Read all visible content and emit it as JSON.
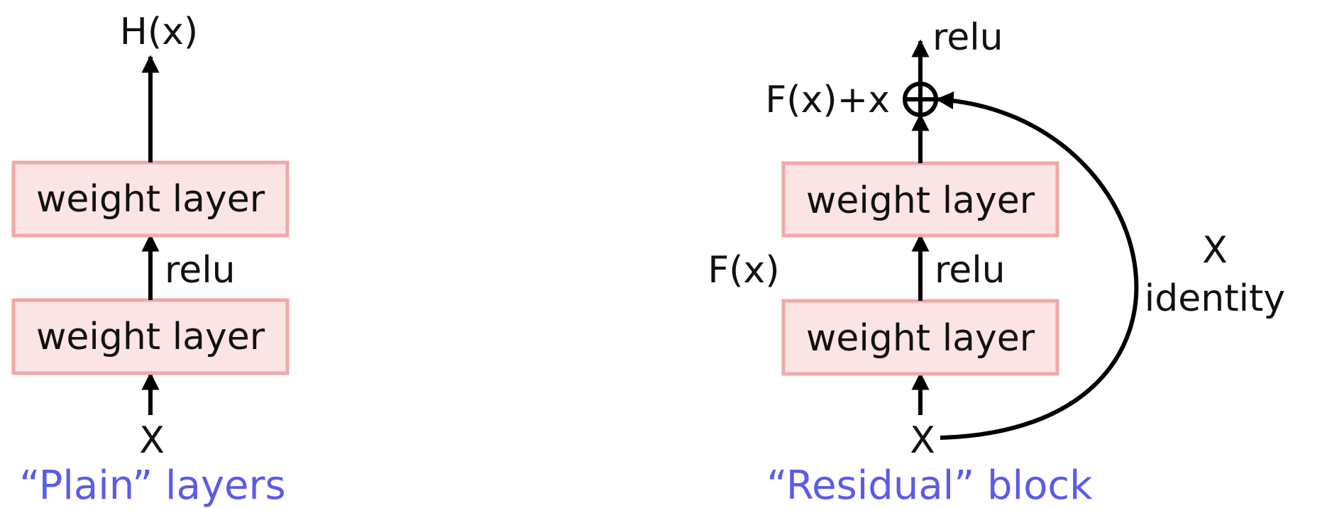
{
  "colors": {
    "box_fill": "#fbe4e4",
    "box_stroke": "#f0a8a8",
    "line": "#000000",
    "caption": "#5b5be8"
  },
  "plain": {
    "output_label": "H(x)",
    "top_layer_label": "weight layer",
    "activation_label": "relu",
    "bottom_layer_label": "weight layer",
    "input_label": "X",
    "caption": "“Plain” layers"
  },
  "residual": {
    "output_activation_label": "relu",
    "sum_label": "F(x)+x",
    "sum_icon": "circled-plus-icon",
    "top_layer_label": "weight layer",
    "branch_label": "F(x)",
    "activation_label": "relu",
    "bottom_layer_label": "weight layer",
    "input_label": "X",
    "shortcut_label_var": "X",
    "shortcut_label": "identity",
    "caption": "“Residual” block"
  }
}
